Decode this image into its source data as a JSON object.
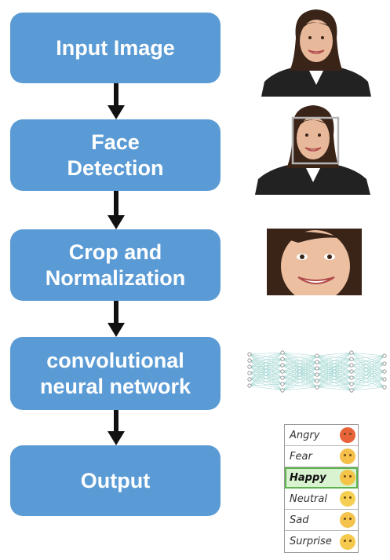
{
  "steps": [
    {
      "label": "Input Image"
    },
    {
      "label": "Face\nDetection"
    },
    {
      "label": "Crop and\nNormalization"
    },
    {
      "label": "convolutional\nneural network"
    },
    {
      "label": "Output"
    }
  ],
  "emotions": [
    {
      "label": "Angry",
      "color": "#e8623a",
      "selected": false
    },
    {
      "label": "Fear",
      "color": "#f4c04a",
      "selected": false
    },
    {
      "label": "Happy",
      "color": "#f3c447",
      "selected": true
    },
    {
      "label": "Neutral",
      "color": "#f5cf52",
      "selected": false
    },
    {
      "label": "Sad",
      "color": "#f3c34c",
      "selected": false
    },
    {
      "label": "Surprise",
      "color": "#f5c94e",
      "selected": false
    }
  ],
  "colors": {
    "step_fill": "#5b9bd5",
    "arrow": "#111111"
  }
}
